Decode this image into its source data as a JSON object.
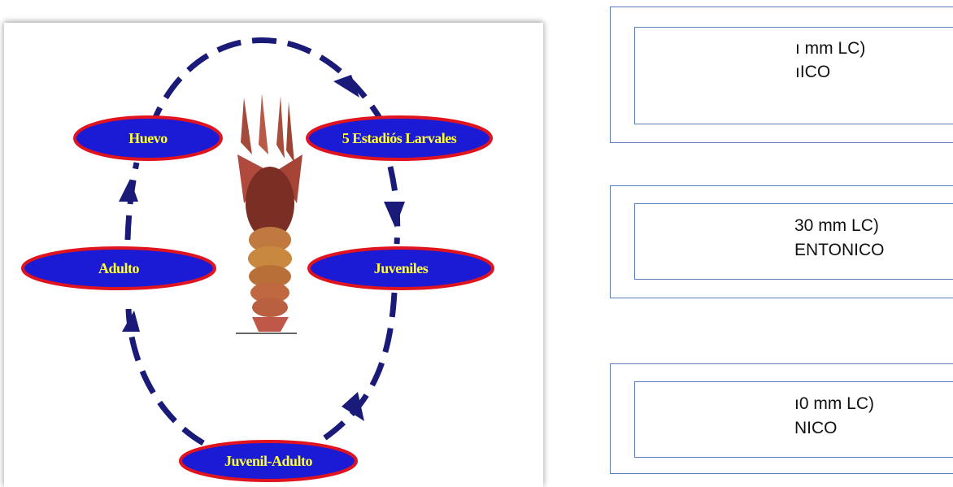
{
  "cycle": {
    "stages": {
      "egg": "Huevo",
      "larvae": "5 Estadiós Larvales",
      "juveniles": "Juveniles",
      "juvenile_adult": "Juvenil-Adulto",
      "adult": "Adulto"
    },
    "colors": {
      "ellipse_fill": "#1b1bd6",
      "ellipse_stroke": "#e0141e",
      "label": "#ffff33",
      "arrow": "#1a1a78"
    }
  },
  "boxes": [
    {
      "line1": "ı mm LC)",
      "line2": "ıICO"
    },
    {
      "line1": "30 mm LC)",
      "line2": "ENTONICO"
    },
    {
      "line1": "ı0 mm LC)",
      "line2": "NICO"
    }
  ]
}
